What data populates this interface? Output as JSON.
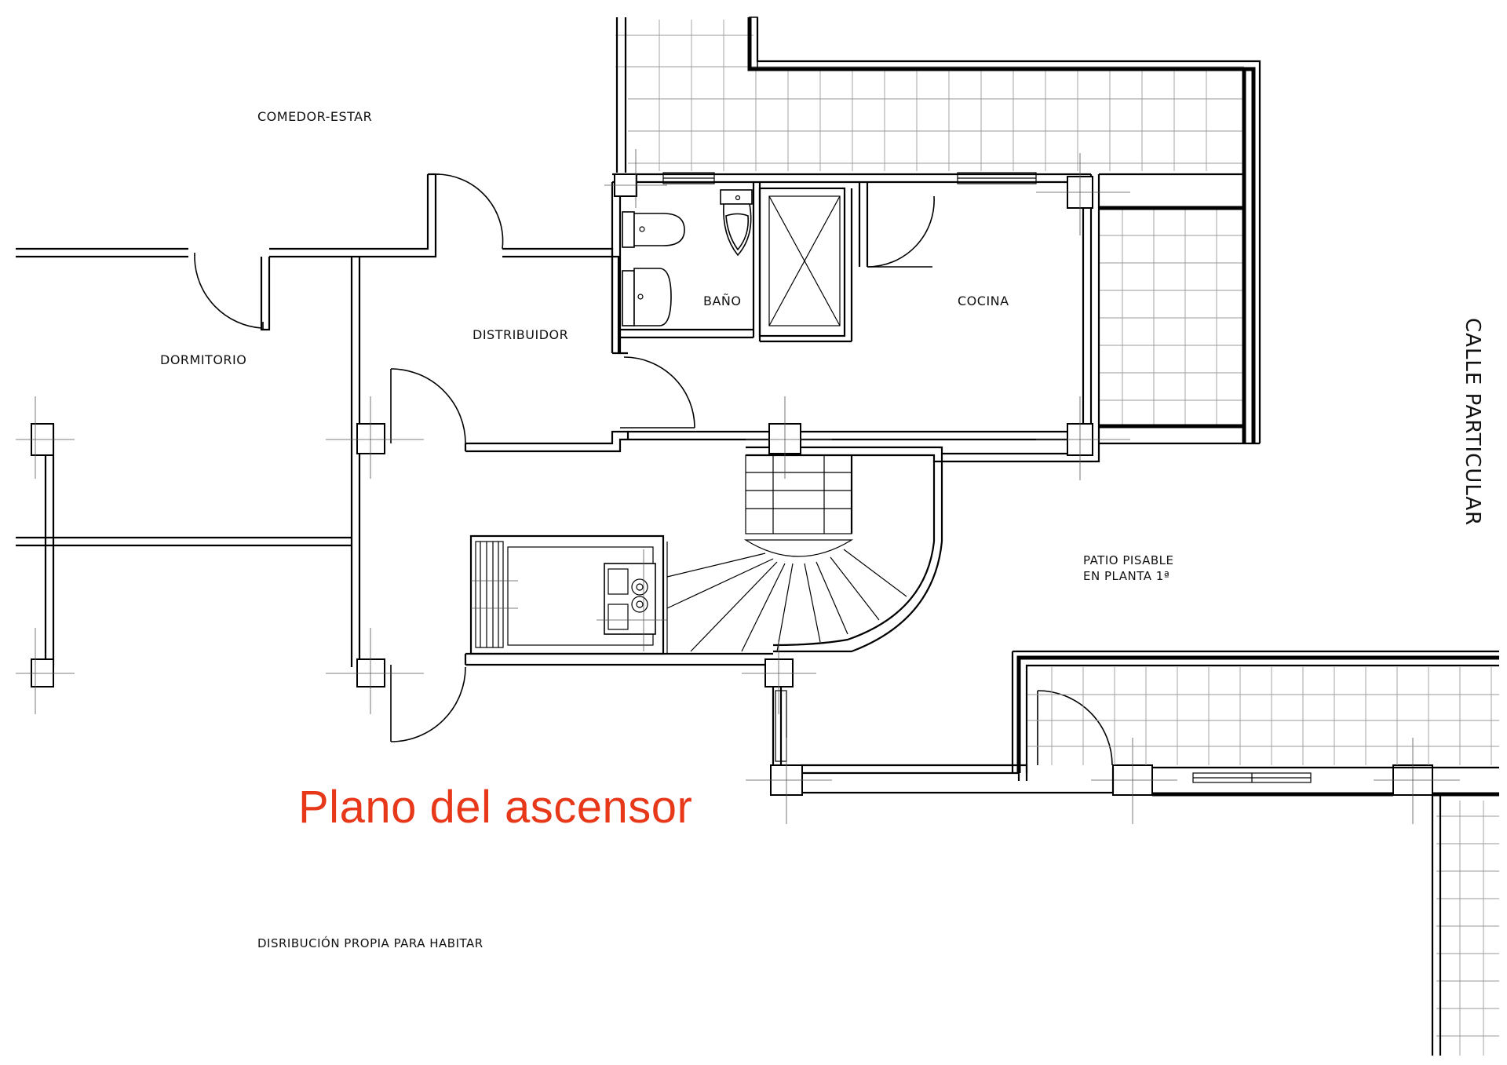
{
  "labels": {
    "comedor_estar": "COMEDOR-ESTAR",
    "dormitorio": "DORMITORIO",
    "distribuidor": "DISTRIBUIDOR",
    "bano": "BAÑO",
    "cocina": "COCINA",
    "patio_line1": "PATIO PISABLE",
    "patio_line2": "EN PLANTA 1ª",
    "calle": "CALLE PARTICULAR",
    "distribucion": "DISRIBUCIÓN PROPIA PARA HABITAR"
  },
  "title": {
    "text": "Plano del ascensor",
    "color": "#e8381a"
  }
}
